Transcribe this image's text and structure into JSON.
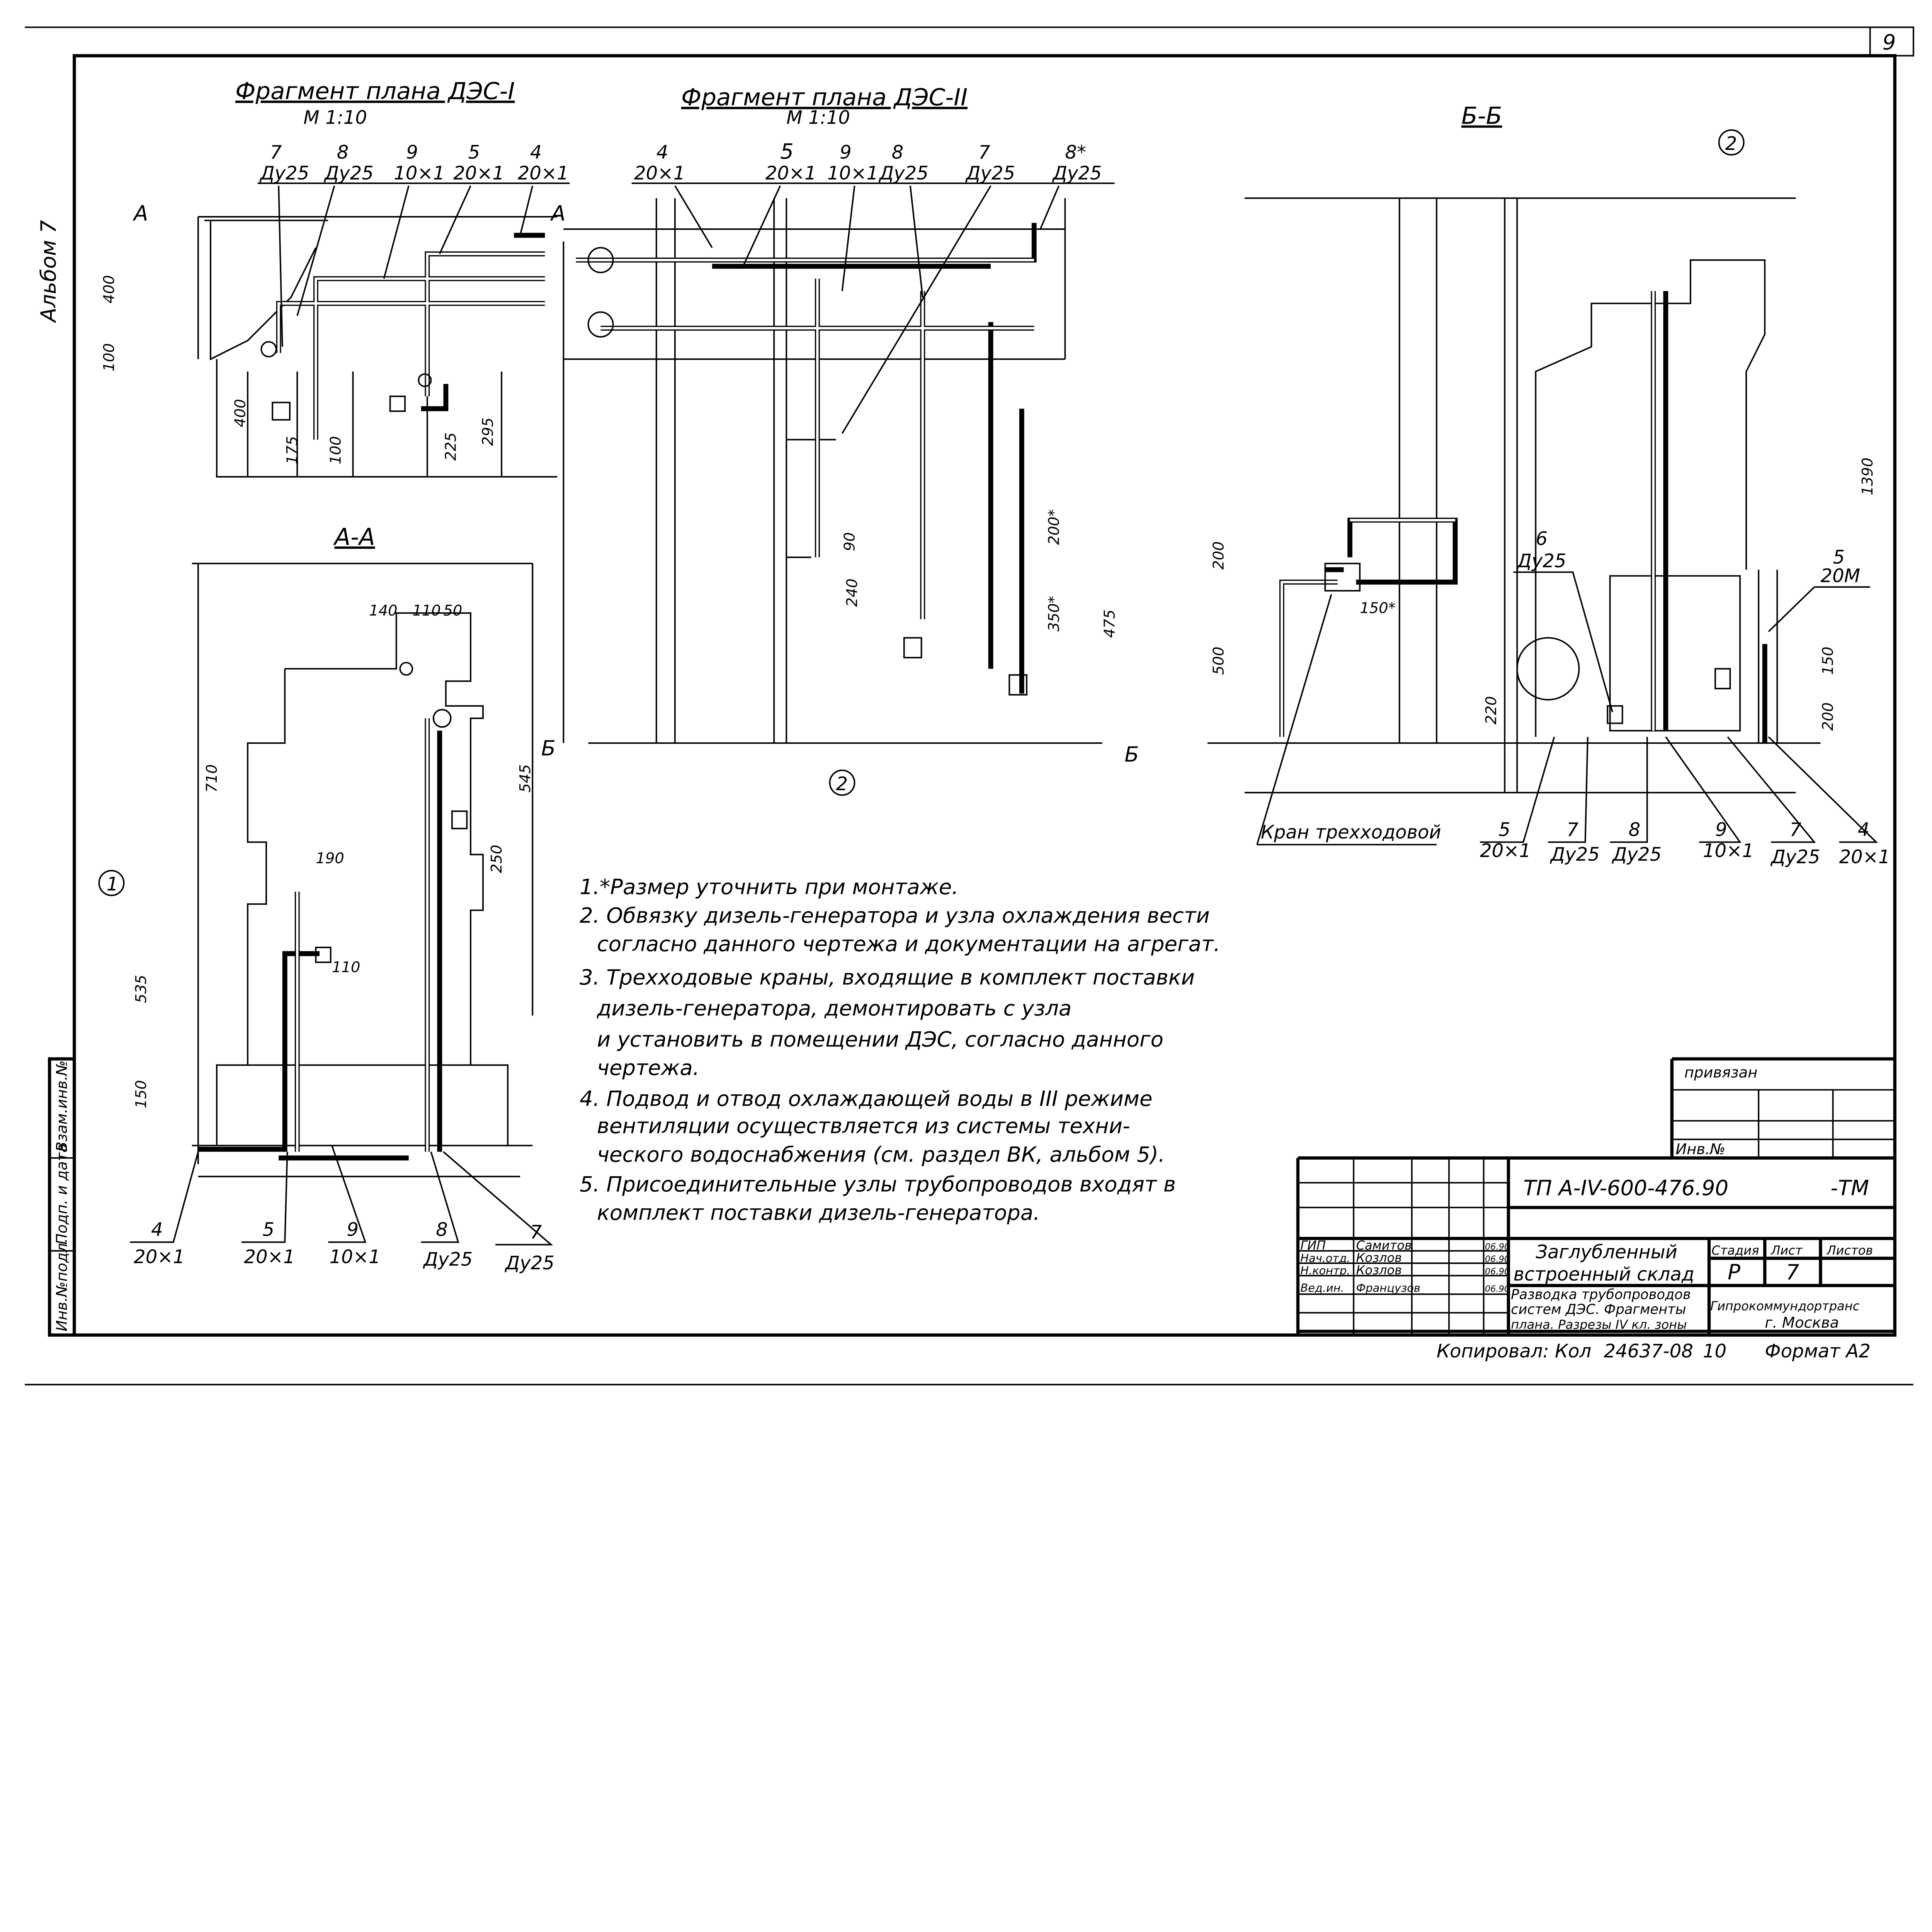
{
  "sheet_number": "9",
  "album_label": "Альбом 7",
  "plan1": {
    "title": "Фрагмент плана ДЭС-I",
    "scale": "М 1:10",
    "callouts": [
      {
        "num": "7",
        "size": "Ду25"
      },
      {
        "num": "8",
        "size": "Ду25"
      },
      {
        "num": "9",
        "size": "10×1"
      },
      {
        "num": "5",
        "size": "20×1"
      },
      {
        "num": "4",
        "size": "20×1"
      }
    ],
    "section_marks": [
      "А",
      "А"
    ],
    "dims": [
      "400",
      "100",
      "400",
      "175",
      "100",
      "225",
      "295"
    ]
  },
  "plan2": {
    "title": "Фрагмент плана ДЭС-II",
    "scale": "М 1:10",
    "callouts": [
      {
        "num": "4",
        "size": "20×1"
      },
      {
        "num": "5",
        "size": "20×1"
      },
      {
        "num": "9",
        "size": "10×1"
      },
      {
        "num": "8",
        "size": "Ду25"
      },
      {
        "num": "7",
        "size": "Ду25"
      },
      {
        "num": "8*",
        "size": "Ду25"
      }
    ],
    "section_marks": [
      "Б",
      "Б"
    ],
    "axis": "2",
    "dims": [
      "90",
      "240",
      "200*",
      "350*",
      "475"
    ]
  },
  "sectionAA": {
    "title": "А-А",
    "axis": "1",
    "dims": [
      "140",
      "110",
      "50",
      "710",
      "545",
      "250",
      "190",
      "110",
      "535",
      "150"
    ],
    "callouts": [
      {
        "num": "4",
        "size": "20×1"
      },
      {
        "num": "5",
        "size": "20×1"
      },
      {
        "num": "9",
        "size": "10×1"
      },
      {
        "num": "8",
        "size": "Ду25"
      },
      {
        "num": "7",
        "size": "Ду25"
      }
    ]
  },
  "sectionBB": {
    "title": "Б-Б",
    "axis": "2",
    "dims": [
      "200",
      "500",
      "150*",
      "220",
      "1390",
      "150",
      "200"
    ],
    "valve_label": "Кран трехходовой",
    "callout_6": {
      "num": "6",
      "size": "Ду25"
    },
    "callout_5r": {
      "num": "5",
      "size": "20М"
    },
    "callouts": [
      {
        "num": "5",
        "size": "20×1"
      },
      {
        "num": "7",
        "size": "Ду25"
      },
      {
        "num": "8",
        "size": "Ду25"
      },
      {
        "num": "9",
        "size": "10×1"
      },
      {
        "num": "7",
        "size": "Ду25"
      },
      {
        "num": "4",
        "size": "20×1"
      }
    ]
  },
  "notes": [
    "1.*Размер уточнить при монтаже.",
    "2. Обвязку дизель-генератора и узла охлаждения вести",
    "согласно данного чертежа и документации на агрегат.",
    "3. Трехходовые краны, входящие в комплект поставки",
    "дизель-генератора, демонтировать с узла",
    "и установить в помещении ДЭС, согласно данного",
    "чертежа.",
    "4. Подвод и отвод охлаждающей воды в III режиме",
    "вентиляции осуществляется из системы техни-",
    "ческого водоснабжения (см. раздел ВК, альбом 5).",
    "5. Присоединительные узлы трубопроводов входят в",
    "комплект поставки дизель-генератора."
  ],
  "side_stamp": [
    "Инв.№подл.",
    "Подп. и дата",
    "Взам.инв.№"
  ],
  "binding_block": {
    "label": "привязан",
    "inv": "Инв.№"
  },
  "title_block": {
    "code": "ТП А-IV-600-476.90",
    "suffix": "-ТМ",
    "signers": [
      {
        "role": "ГИП",
        "name": "Самитов",
        "date": "06.90"
      },
      {
        "role": "Нач.отд.",
        "name": "Козлов",
        "date": "06.90"
      },
      {
        "role": "Н.контр.",
        "name": "Козлов",
        "date": "06.90"
      },
      {
        "role": "Вед.ин.",
        "name": "Французов",
        "date": "06.90"
      }
    ],
    "object_name": [
      "Заглубленный",
      "встроенный склад"
    ],
    "sheet_title": [
      "Разводка трубопроводов",
      "систем ДЭС. Фрагменты",
      "плана. Разрезы IV кл. зоны"
    ],
    "stage_label": "Стадия",
    "sheet_label": "Лист",
    "sheets_label": "Листов",
    "stage": "Р",
    "sheet": "7",
    "org": [
      "Гипрокоммундортранс",
      "г. Москва"
    ]
  },
  "footer": {
    "copied": "Копировал: Кол",
    "order": "24637-08",
    "num": "10",
    "format": "Формат А2"
  }
}
